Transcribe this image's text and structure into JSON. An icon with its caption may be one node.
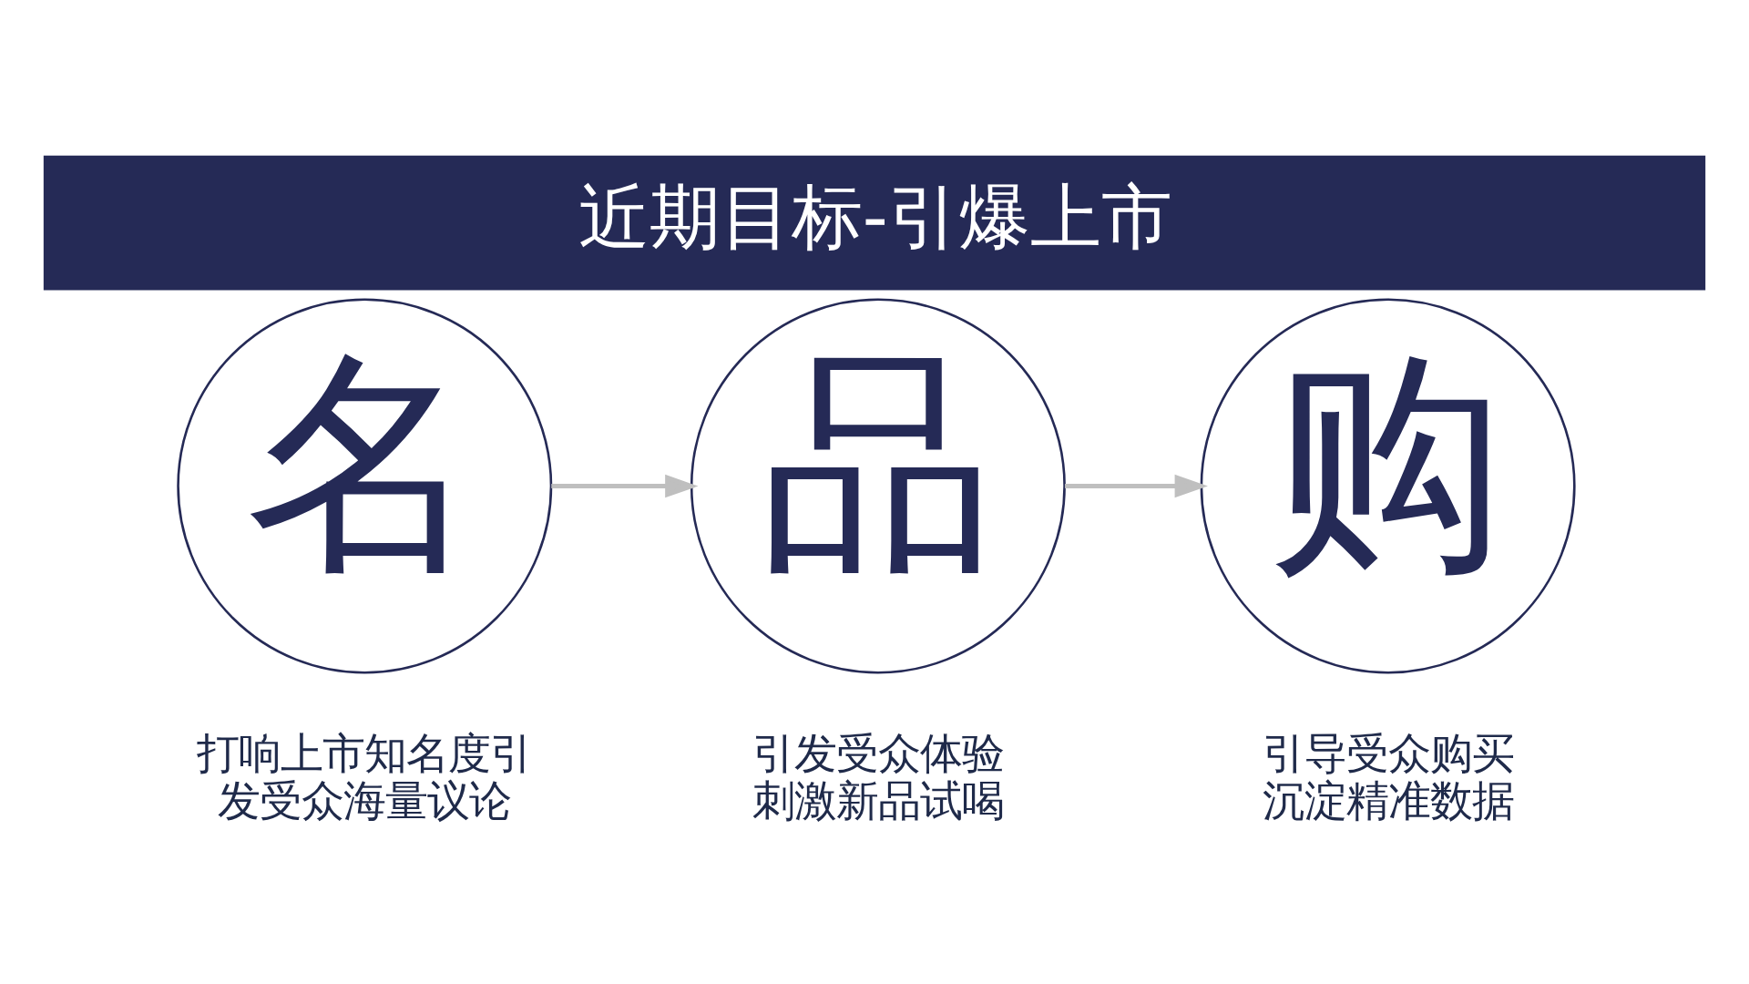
{
  "diagram": {
    "title": "近期目标-引爆上市",
    "nodes": [
      {
        "text": [
          "名"
        ],
        "beside": [
          "打响上市知名度引发受众海量议论"
        ]
      },
      {
        "text": [
          "品"
        ],
        "beside": [
          "引发受众体验刺激新品试喝"
        ]
      },
      {
        "text": [
          "购"
        ],
        "beside": [
          "引导受众购买沉淀精准数据"
        ]
      }
    ],
    "edges": [
      {
        "from": 0,
        "to": 1,
        "arrow": "to",
        "color": "#bfbfbf"
      },
      {
        "from": 1,
        "to": 2,
        "arrow": "to",
        "color": "#bfbfbf"
      }
    ]
  }
}
